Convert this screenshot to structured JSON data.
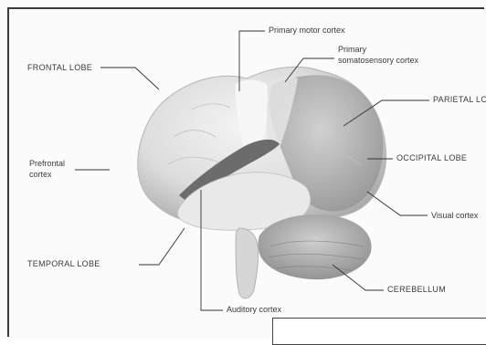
{
  "labels": {
    "primary_motor_cortex": "Primary motor cortex",
    "primary_somatosensory_cortex_line1": "Primary",
    "primary_somatosensory_cortex_line2": "somatosensory cortex",
    "frontal_lobe": "FRONTAL LOBE",
    "parietal_lobe": "PARIETAL LOBE",
    "prefrontal_cortex_line1": "Prefrontal",
    "prefrontal_cortex_line2": "cortex",
    "occipital_lobe": "OCCIPITAL LOBE",
    "visual_cortex": "Visual cortex",
    "temporal_lobe": "TEMPORAL LOBE",
    "cerebellum": "CEREBELLUM",
    "auditory_cortex": "Auditory cortex"
  },
  "colors": {
    "brain_light": "#ededed",
    "brain_mid": "#d0d0d0",
    "brain_dark": "#9a9a9a",
    "motor_strip": "#f6f6f6",
    "parietal": "#b2b2b2",
    "auditory": "#6e6e6e",
    "leader_line": "#333333"
  }
}
